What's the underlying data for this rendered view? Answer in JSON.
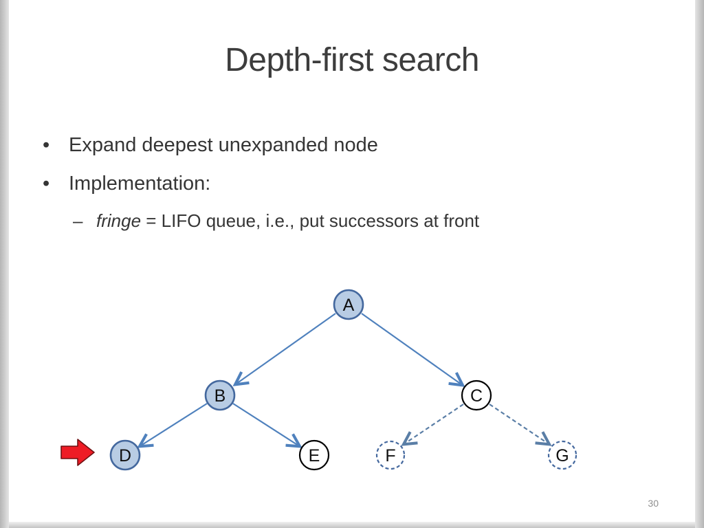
{
  "slide": {
    "title": "Depth-first search",
    "page_number": "30"
  },
  "content": {
    "bullet_char": "•",
    "dash_char": "–",
    "bullet1": "Expand deepest unexpanded node",
    "bullet2": "Implementation:",
    "sub_bullet_italic": "fringe",
    "sub_bullet_rest": " = LIFO queue, i.e., put successors at front"
  },
  "tree": {
    "nodes": [
      {
        "label": "A",
        "fill": "blue",
        "border": "solid-blue"
      },
      {
        "label": "B",
        "fill": "blue",
        "border": "solid-blue"
      },
      {
        "label": "C",
        "fill": "white",
        "border": "solid-black"
      },
      {
        "label": "D",
        "fill": "blue",
        "border": "solid-blue"
      },
      {
        "label": "E",
        "fill": "white",
        "border": "solid-black"
      },
      {
        "label": "F",
        "fill": "white",
        "border": "dashed-blue"
      },
      {
        "label": "G",
        "fill": "white",
        "border": "dashed-blue"
      }
    ],
    "edges": [
      {
        "from": "A",
        "to": "B",
        "style": "solid"
      },
      {
        "from": "A",
        "to": "C",
        "style": "solid"
      },
      {
        "from": "B",
        "to": "D",
        "style": "solid"
      },
      {
        "from": "B",
        "to": "E",
        "style": "solid"
      },
      {
        "from": "C",
        "to": "F",
        "style": "dashed"
      },
      {
        "from": "C",
        "to": "G",
        "style": "dashed"
      }
    ],
    "pointer": "red arrow pointing at node D"
  },
  "colors": {
    "node_fill": "#b8cce4",
    "node_stroke": "#44689e",
    "edge_solid": "#4f81bd",
    "edge_dashed": "#5a7ea6",
    "plain_node_stroke": "#000000",
    "red_arrow_fill": "#ee1c25",
    "red_arrow_stroke": "#6e1113",
    "title_text": "#3d3d3d",
    "body_text": "#353535",
    "page_number_text": "#8f8f8f"
  }
}
